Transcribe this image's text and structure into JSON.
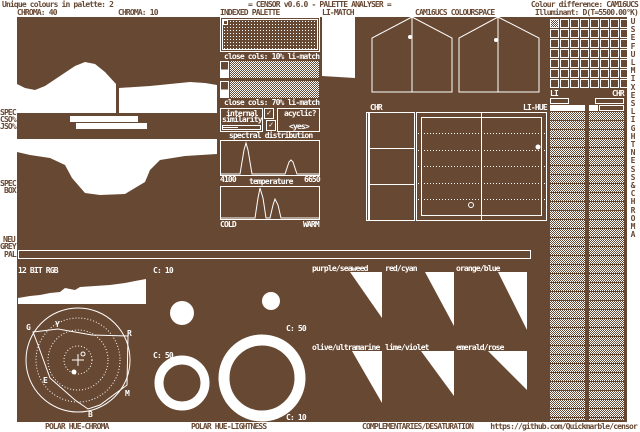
{
  "header": {
    "unique_colours": "Unique colours in palette: 2",
    "title": "= CENSOR v0.6.0 - PALETTE ANALYSER =",
    "colour_difference": "Colour difference: CAM16UCS",
    "illuminant": "Illuminant: D(T=5500.00°K)"
  },
  "panels": {
    "chroma40": "CHROMA: 40",
    "chroma10": "CHROMA: 10",
    "indexed_palette": "INDEXED PALETTE",
    "li_match": "LI-MATCH",
    "colourspace": "CAM16UCS COLOURSPACE",
    "chr": "CHR",
    "li_hue": "LI-HUE",
    "li": "LI",
    "chr_right": "CHR"
  },
  "side_labels": {
    "spec": "SPEC",
    "cso": "CSO%",
    "jso": "JSO%",
    "spec2": "SPEC",
    "box": "BOX",
    "neu": "NEU",
    "grey": "GREY",
    "pal": "PAL"
  },
  "palette_tools": {
    "close10": "close cols: 10% li-match",
    "close70": "close cols: 70% li-match",
    "internal1": "internal",
    "internal2": "similarity",
    "acyclic": "acyclic?",
    "acyclic_value": "<yes>",
    "spectral": "spectral distribution",
    "spec_min": "4100",
    "spec_max": "6650",
    "temperature": "temperature",
    "cold": "COLD",
    "warm": "WARM",
    "check": "✓"
  },
  "vertical_label": "USEFUL MIXES LIGHTNESS & CHROMA",
  "bottom": {
    "rgb12": "12 BIT RGB",
    "c10a": "C: 10",
    "c50a": "C: 50",
    "c50b": "C: 50",
    "c10b": "C: 10",
    "hue_labels": {
      "g": "G",
      "y": "Y",
      "r": "R",
      "e": "E",
      "m": "M",
      "b": "B"
    },
    "polar_hc": "POLAR HUE-CHROMA",
    "polar_hl": "POLAR HUE-LIGHTNESS",
    "complementaries": "COMPLEMENTARIES/DESATURATION",
    "url": "https://github.com/Quickmarble/censor"
  },
  "complements": [
    {
      "label": "purple/seaweed"
    },
    {
      "label": "red/cyan"
    },
    {
      "label": "orange/blue"
    },
    {
      "label": "olive/ultramarine"
    },
    {
      "label": "lime/violet"
    },
    {
      "label": "emerald/rose"
    }
  ],
  "colors": {
    "brown": "#674833",
    "white": "#ffffff"
  },
  "pal_fill_fraction": 0.52
}
